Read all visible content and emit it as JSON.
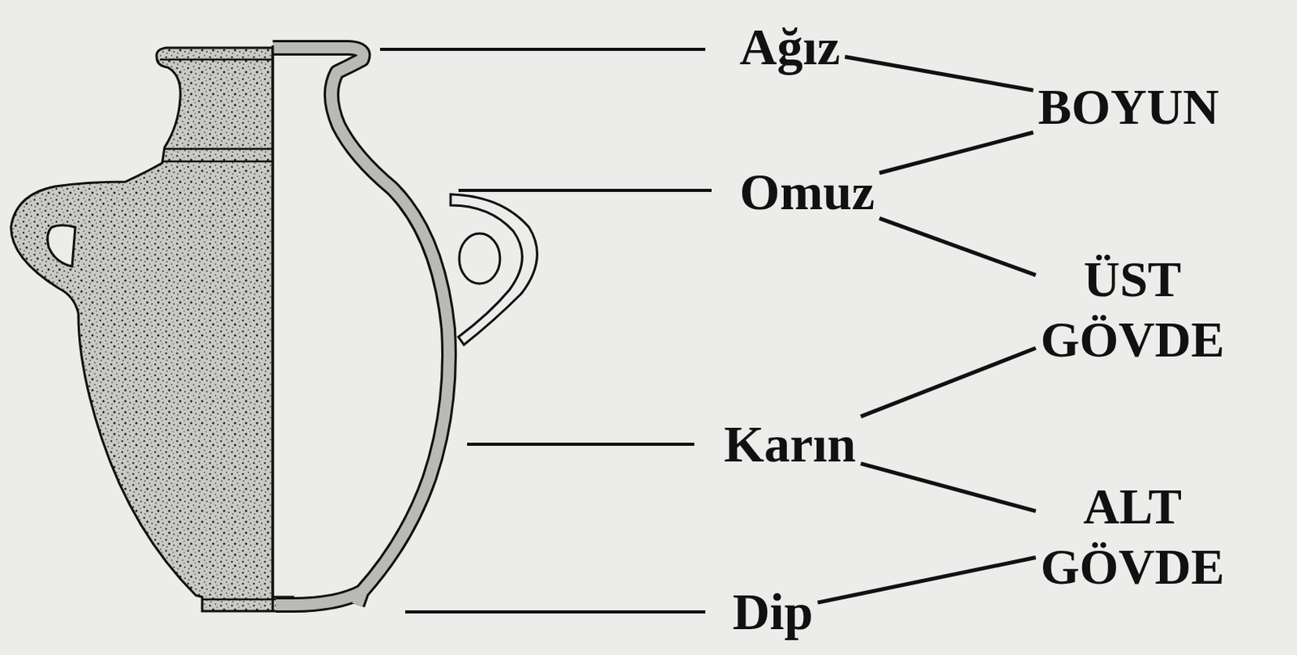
{
  "diagram": {
    "nodes": [
      {
        "text": [
          "Ağız"
        ]
      },
      {
        "text": [
          "Omuz"
        ]
      },
      {
        "text": [
          "Karın"
        ]
      },
      {
        "text": [
          "Dip"
        ]
      },
      {
        "text": [
          "BOYUN"
        ]
      },
      {
        "text": [
          "ÜST GÖVDE"
        ]
      },
      {
        "text": [
          "ALT GÖVDE"
        ]
      }
    ],
    "edges": [
      {
        "from": 0,
        "to": 4,
        "arrow": "none"
      },
      {
        "from": 1,
        "to": 4,
        "arrow": "none"
      },
      {
        "from": 1,
        "to": 5,
        "arrow": "none"
      },
      {
        "from": 2,
        "to": 5,
        "arrow": "none"
      },
      {
        "from": 2,
        "to": 6,
        "arrow": "none"
      },
      {
        "from": 3,
        "to": 6,
        "arrow": "none"
      }
    ]
  }
}
